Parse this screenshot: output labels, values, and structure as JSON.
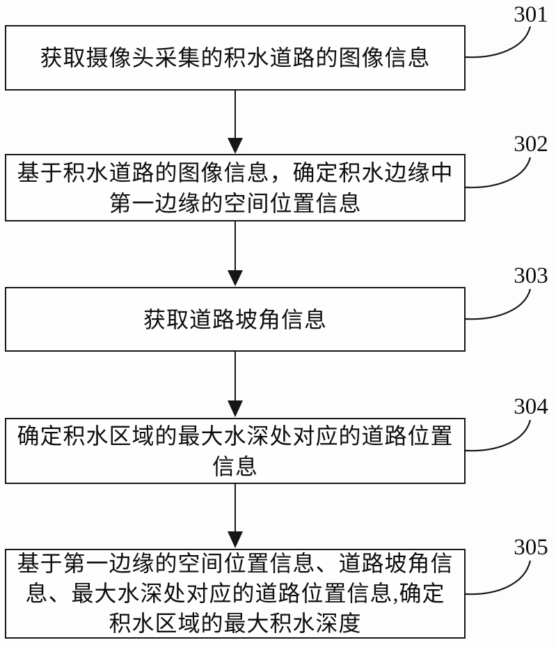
{
  "figure": {
    "type": "flowchart",
    "background_color": "#fdfdfd",
    "line_color": "#161616",
    "text_color": "#0d0d0d",
    "direction": "top-down"
  },
  "steps": [
    {
      "ref": "301",
      "lines": [
        "获取摄像头采集的积水道路的图像信息"
      ],
      "text": "获取摄像头采集的积水道路的图像信息"
    },
    {
      "ref": "302",
      "lines": [
        "基于积水道路的图像信息，确定积水边缘中",
        "第一边缘的空间位置信息"
      ],
      "text": "基于积水道路的图像信息，确定积水边缘中第一边缘的空间位置信息"
    },
    {
      "ref": "303",
      "lines": [
        "获取道路坡角信息"
      ],
      "text": "获取道路坡角信息"
    },
    {
      "ref": "304",
      "lines": [
        "确定积水区域的最大水深处对应的道路位置",
        "信息"
      ],
      "text": "确定积水区域的最大水深处对应的道路位置信息"
    },
    {
      "ref": "305",
      "lines": [
        "基于第一边缘的空间位置信息、道路坡角信",
        "息、最大水深处对应的道路位置信息,确定",
        "积水区域的最大积水深度"
      ],
      "text": "基于第一边缘的空间位置信息、道路坡角信息、最大水深处对应的道路位置信息,确定积水区域的最大积水深度"
    }
  ]
}
